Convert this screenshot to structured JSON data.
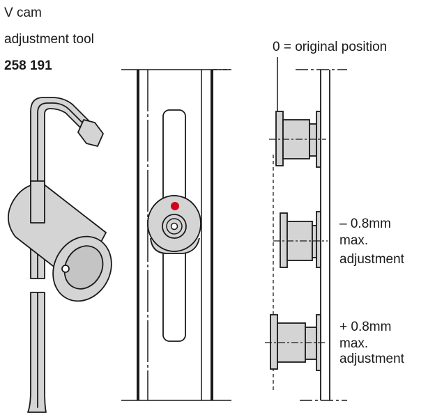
{
  "tool_label": {
    "line1": "V cam",
    "line2": "adjustment tool",
    "part_number": "258 191"
  },
  "position_labels": {
    "original": "0 = original position",
    "minus": {
      "line1": "– 0.8mm",
      "line2": "max.",
      "line3": "adjustment"
    },
    "plus": {
      "line1": "+ 0.8mm",
      "line2": "max.",
      "line3": "adjustment"
    }
  },
  "colors": {
    "part_fill": "#d4d4d4",
    "part_stroke": "#1a1a1a",
    "marker": "#d0021b",
    "background": "#ffffff"
  }
}
